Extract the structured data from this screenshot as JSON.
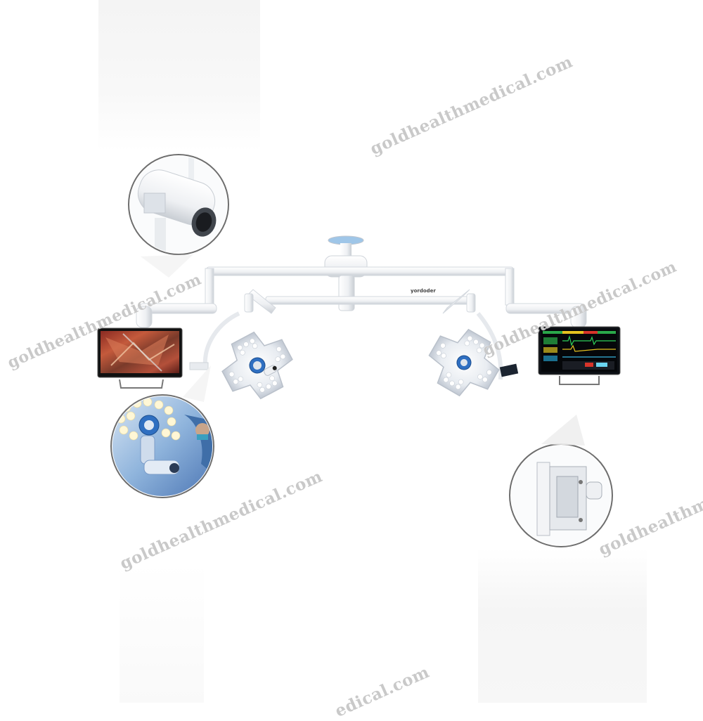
{
  "watermark": {
    "text": "goldhealthmedical.com",
    "partial_right": "goldhealthme",
    "partial_bottom": "edical.com"
  },
  "device": {
    "brand_label": "yordoder",
    "monitor_left_screen": "surgical-camera-feed",
    "monitor_right_screen": "patient-vital-signs"
  },
  "details": {
    "camera": "camera-detail-inset",
    "light_in_use": "surgical-light-in-use-inset",
    "monitor_bracket": "monitor-bracket-detail-inset"
  },
  "colors": {
    "arm_white": "#f2f4f6",
    "arm_shadow": "#c9ced4",
    "light_blue_accent": "#2f6fc1",
    "watermark_gray": "#c9c9c9",
    "inset_border": "#6e6e6e"
  }
}
